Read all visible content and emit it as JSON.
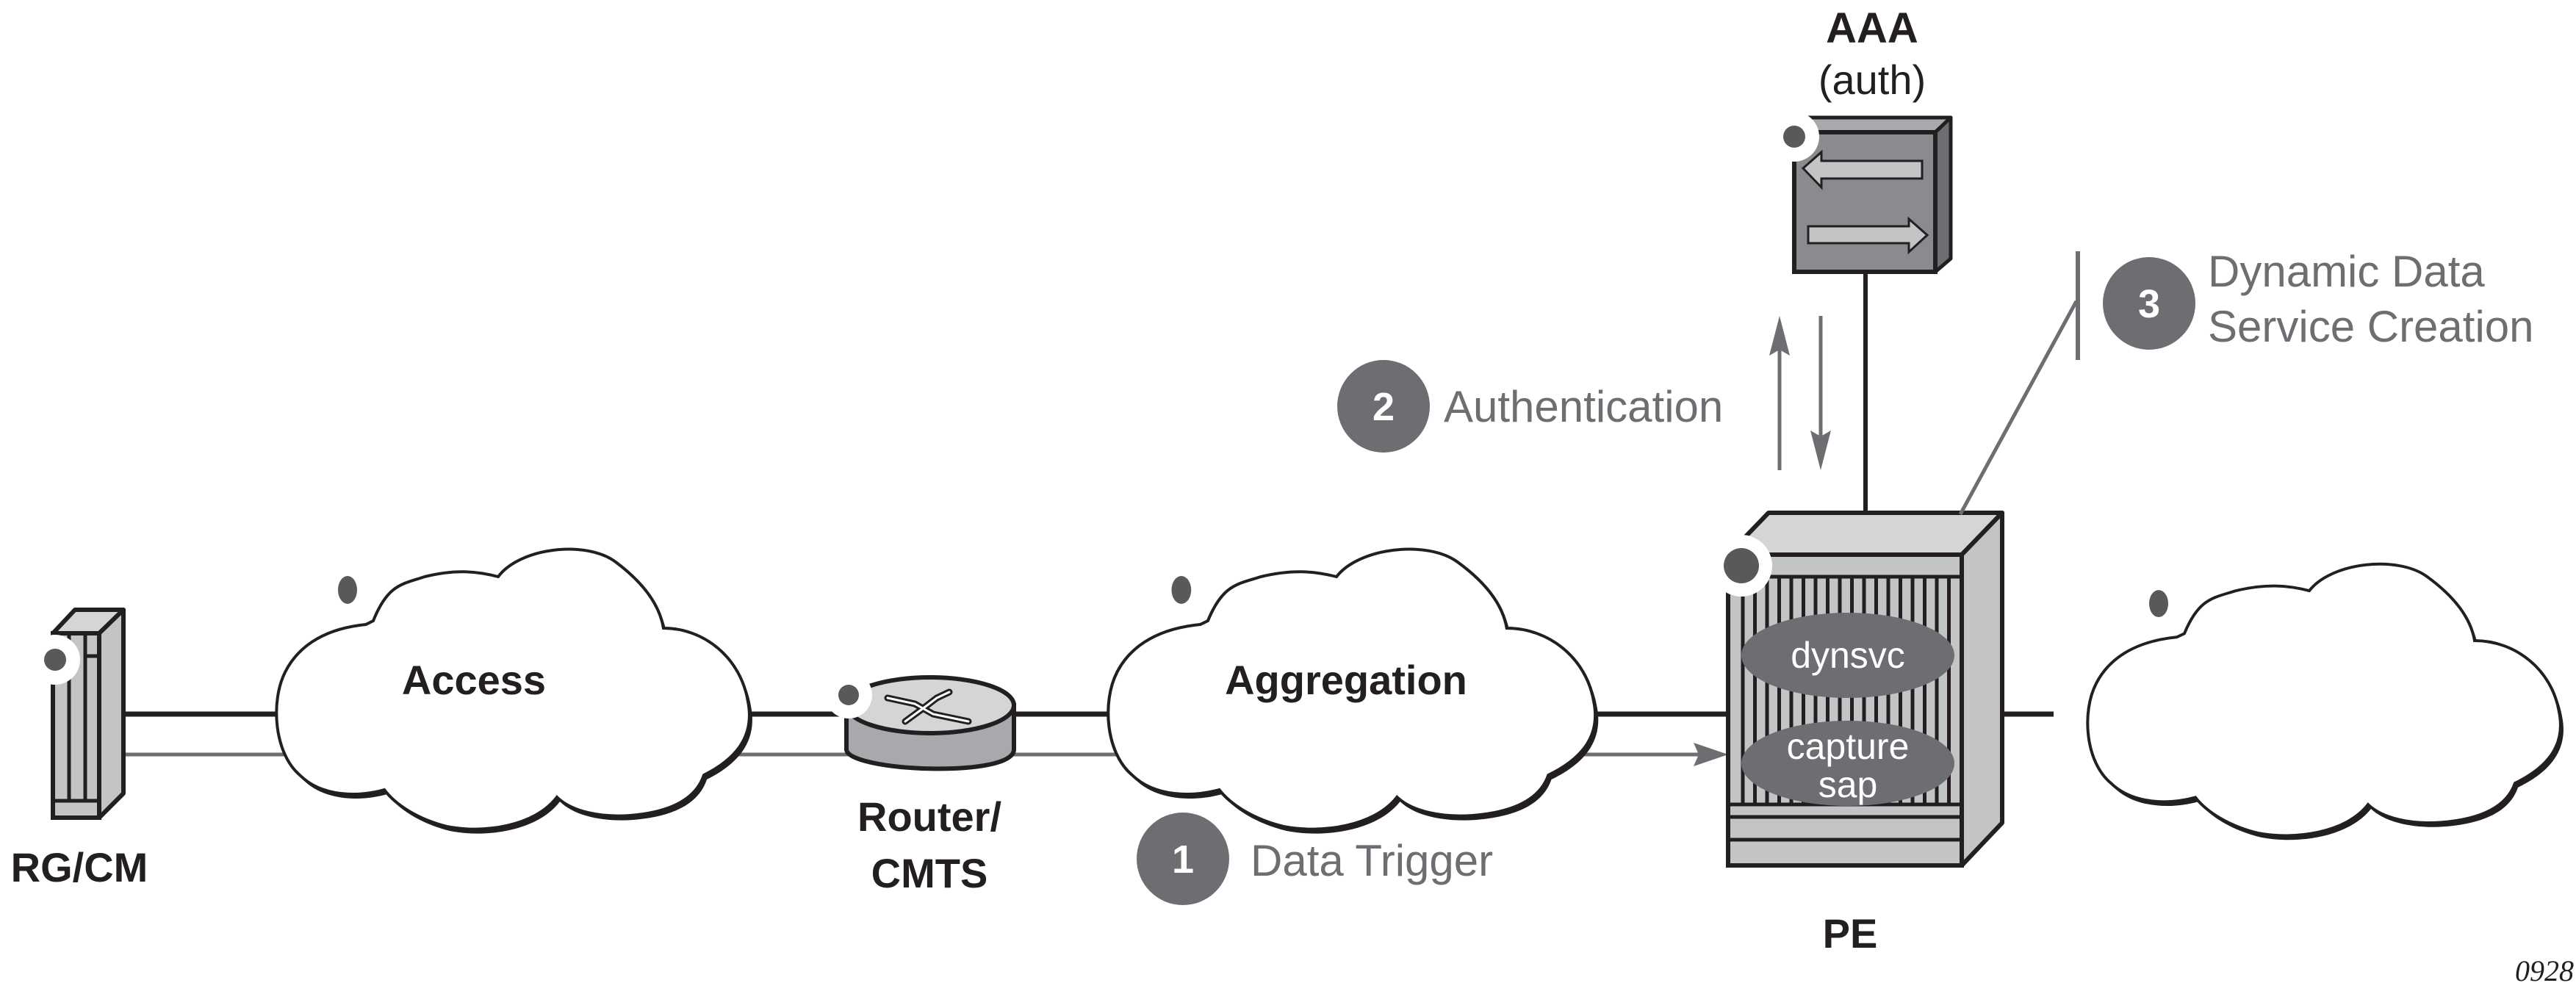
{
  "figure": {
    "id": "0928",
    "colors": {
      "line_black": "#231f20",
      "line_gray": "#6d6e71",
      "step_circle": "#6d6e71",
      "device_light": "#c3c4c6",
      "device_top": "#d4d5d7",
      "aaa_body": "#8a8b8e",
      "aaa_side": "#6d6e71",
      "status_dot": "#58595b"
    }
  },
  "nodes": {
    "rg_cm": {
      "label": "RG/CM",
      "icon": "residential-gateway-icon"
    },
    "access": {
      "label": "Access",
      "icon": "cloud-icon"
    },
    "router": {
      "label_line1": "Router/",
      "label_line2": "CMTS",
      "icon": "router-icon"
    },
    "aggregation": {
      "label": "Aggregation",
      "icon": "cloud-icon"
    },
    "pe": {
      "label": "PE",
      "icon": "chassis-router-icon",
      "modules": [
        "dynsvc",
        "capture sap"
      ],
      "module_1_label": "dynsvc",
      "module_2_line1": "capture",
      "module_2_line2": "sap"
    },
    "aaa": {
      "title": "AAA",
      "subtitle": "(auth)",
      "icon": "server-icon"
    },
    "core": {
      "label": "",
      "icon": "cloud-icon"
    }
  },
  "steps": [
    {
      "number": "1",
      "label": "Data Trigger"
    },
    {
      "number": "2",
      "label": "Authentication"
    },
    {
      "number": "3",
      "label_line1": "Dynamic Data",
      "label_line2": "Service Creation"
    }
  ]
}
